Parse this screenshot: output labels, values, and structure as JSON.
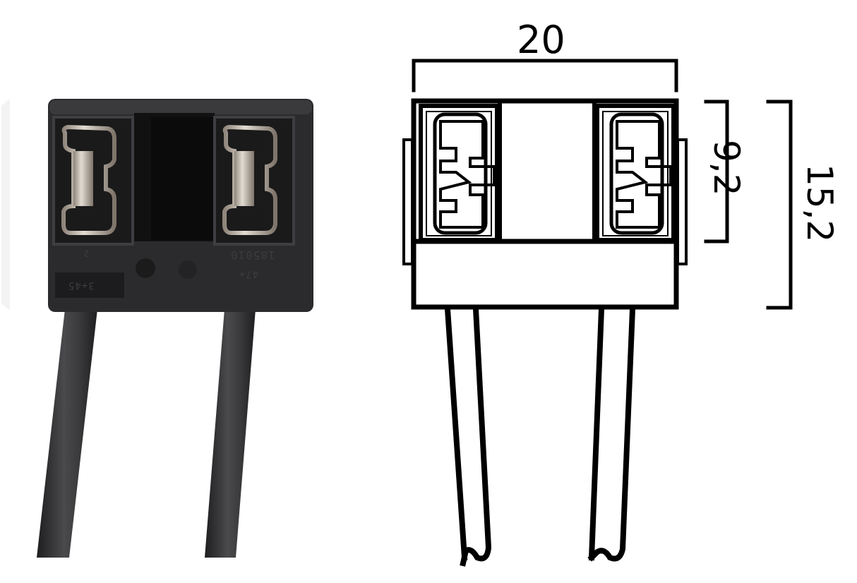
{
  "figure": {
    "type": "product-dimension-sheet",
    "subject": "H4 headlight bulb connector socket with two wire leads",
    "colors": {
      "background": "#ffffff",
      "housing": "#2b2b2d",
      "housing_highlight": "#3d3d40",
      "contact_metal": "#b9aea0",
      "wire": "#3a3a3c",
      "line_art": "#000000"
    }
  },
  "photo": {
    "label": "connector-photo",
    "embossed_text": {
      "part_number": "185010",
      "marking_left": "2",
      "marking_bottom_left": "3+45",
      "marking_bottom_right": "47+"
    }
  },
  "drawing": {
    "label": "connector-technical-drawing",
    "dimensions": {
      "width": "20",
      "contact_height": "9,2",
      "total_height": "15,2"
    },
    "units": "mm"
  }
}
